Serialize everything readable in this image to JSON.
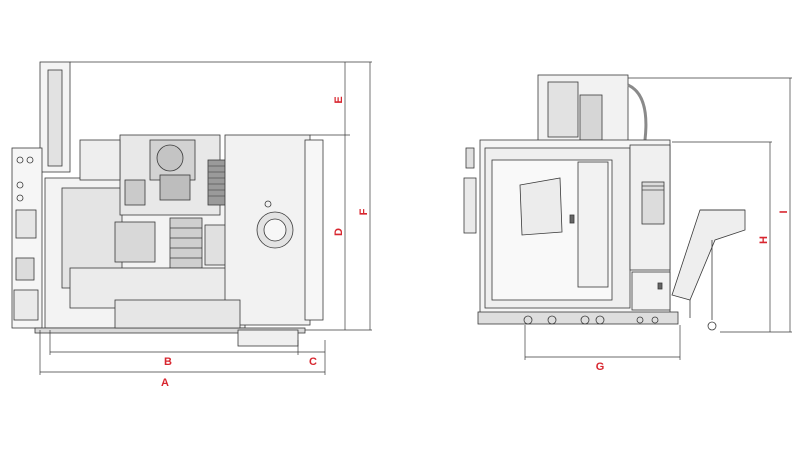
{
  "colors": {
    "label": "#d8262f",
    "line": "#3a3a3a",
    "fill_light": "#eeeeee",
    "fill_mid": "#d6d6d6",
    "fill_dark": "#9a9a9a"
  },
  "labels": {
    "A": "A",
    "B": "B",
    "C": "C",
    "D": "D",
    "E": "E",
    "F": "F",
    "G": "G",
    "H": "H",
    "I": "I"
  }
}
